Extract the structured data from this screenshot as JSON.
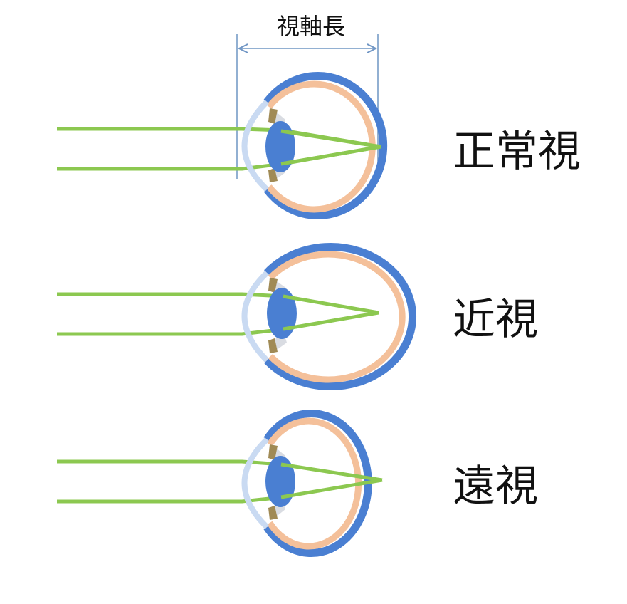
{
  "axial_length_label": "視軸長",
  "eyes": [
    {
      "label": "正常視",
      "type": "normal"
    },
    {
      "label": "近視",
      "type": "myopia"
    },
    {
      "label": "遠視",
      "type": "hyperopia"
    }
  ],
  "colors": {
    "sclera": "#4a7fd2",
    "choroid": "#f4c09a",
    "cornea": "#c9daf2",
    "lens": "#4a7fd2",
    "iris": "#a08a55",
    "ciliary": "#d9dce2",
    "light_ray": "#8cc850",
    "dimension_line": "#6f95c4"
  }
}
